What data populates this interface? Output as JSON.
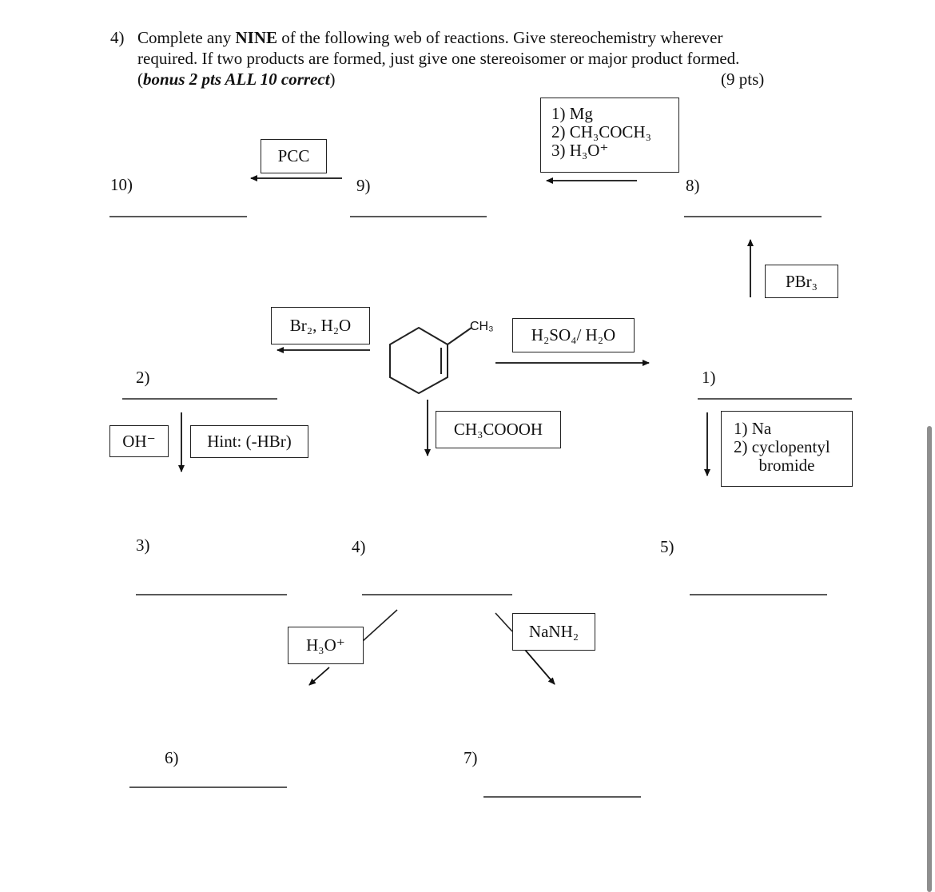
{
  "question": {
    "number": "4)",
    "line1_a": "Complete any ",
    "line1_b": "NINE",
    "line1_c": " of the following web of reactions.  Give stereochemistry wherever",
    "line2": "required.  If two products are formed, just give one stereoisomer or major product formed.",
    "bonus_open": "(",
    "bonus": "bonus 2 pts ALL 10 correct",
    "bonus_close": ")",
    "points": "(9 pts)"
  },
  "blanks": {
    "b1": "1)",
    "b2": "2)",
    "b3": "3)",
    "b4": "4)",
    "b5": "5)",
    "b6": "6)",
    "b7": "7)",
    "b8": "8)",
    "b9": "9)",
    "b10": "10)"
  },
  "reagents": {
    "pcc": "PCC",
    "grignard": [
      "1) Mg",
      "2) CH₃COCH₃",
      "3) H₃O⁺"
    ],
    "pbr3": "PBr₃",
    "br2_h2o": "Br₂, H₂O",
    "h2so4_h2o": "H₂SO₄/ H₂O",
    "oh": "OH⁻",
    "hint": "Hint: (-HBr)",
    "peracid": "CH₃COOOH",
    "na_alkylation": [
      "1) Na",
      "2) cyclopentyl",
      "bromide"
    ],
    "h3o": "H₃O⁺",
    "nanh2": "NaNH₂"
  },
  "molecule": {
    "substituent": "CH₃"
  }
}
